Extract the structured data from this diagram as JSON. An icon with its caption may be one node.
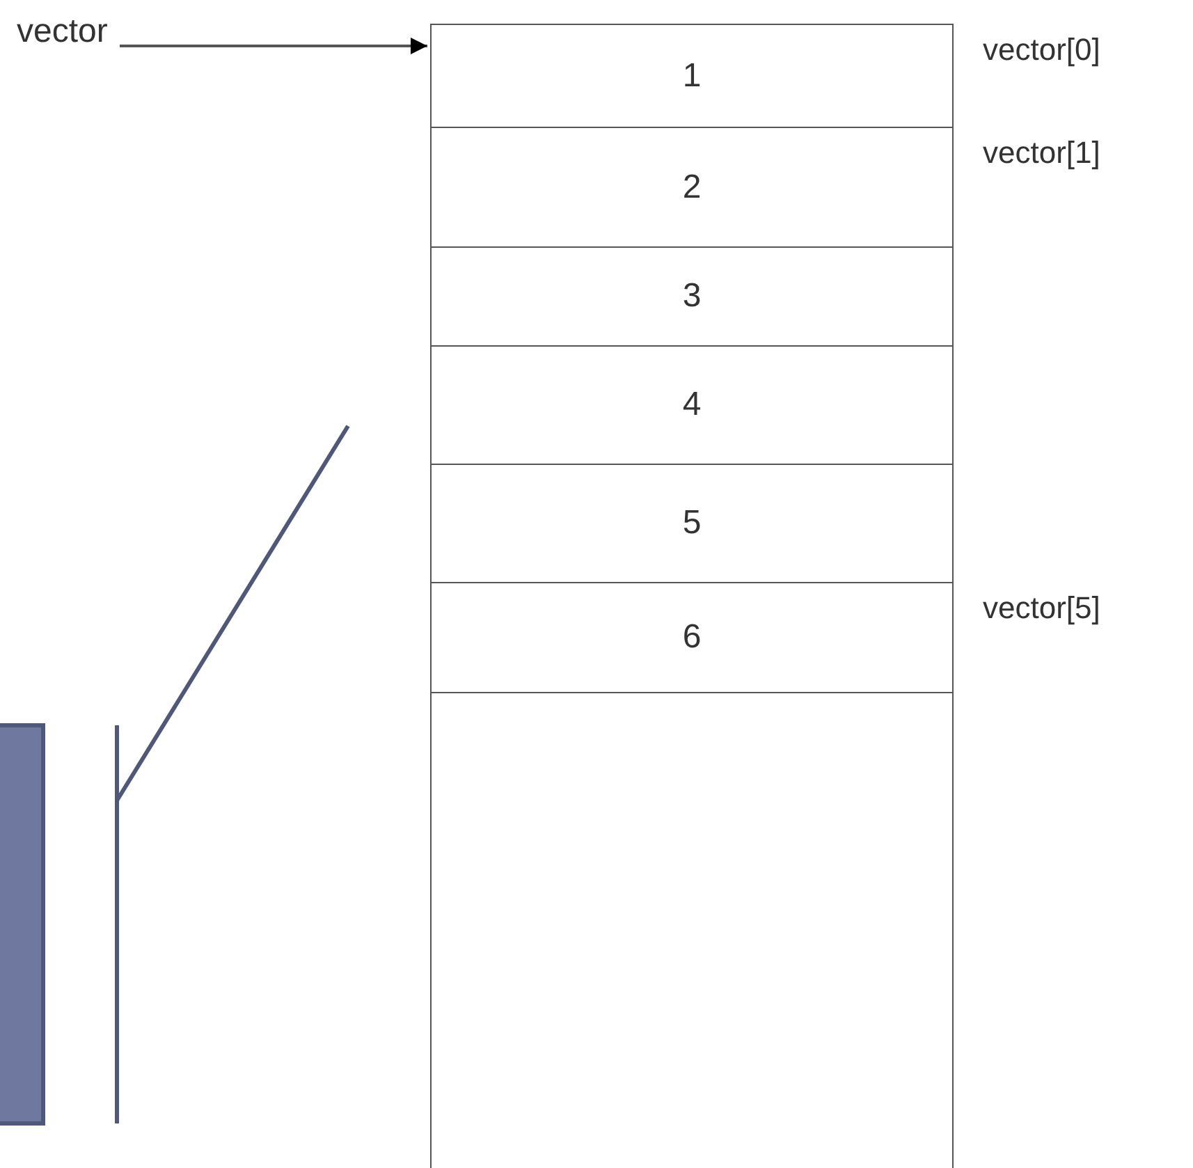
{
  "diagram": {
    "nodes": [
      {
        "text": [
          "vector"
        ]
      },
      {
        "text": [
          "1"
        ],
        "beside": [
          "vector[0]"
        ]
      },
      {
        "text": [
          "2"
        ],
        "beside": [
          "vector[1]"
        ]
      },
      {
        "text": [
          "3"
        ]
      },
      {
        "text": [
          "4"
        ]
      },
      {
        "text": [
          "5"
        ]
      },
      {
        "text": [
          "6"
        ],
        "beside": [
          "vector[5]"
        ]
      },
      {
        "text": [],
        "shape": "box"
      }
    ],
    "edges": [
      {
        "from": 0,
        "to": 1,
        "arrow": "to"
      }
    ]
  }
}
